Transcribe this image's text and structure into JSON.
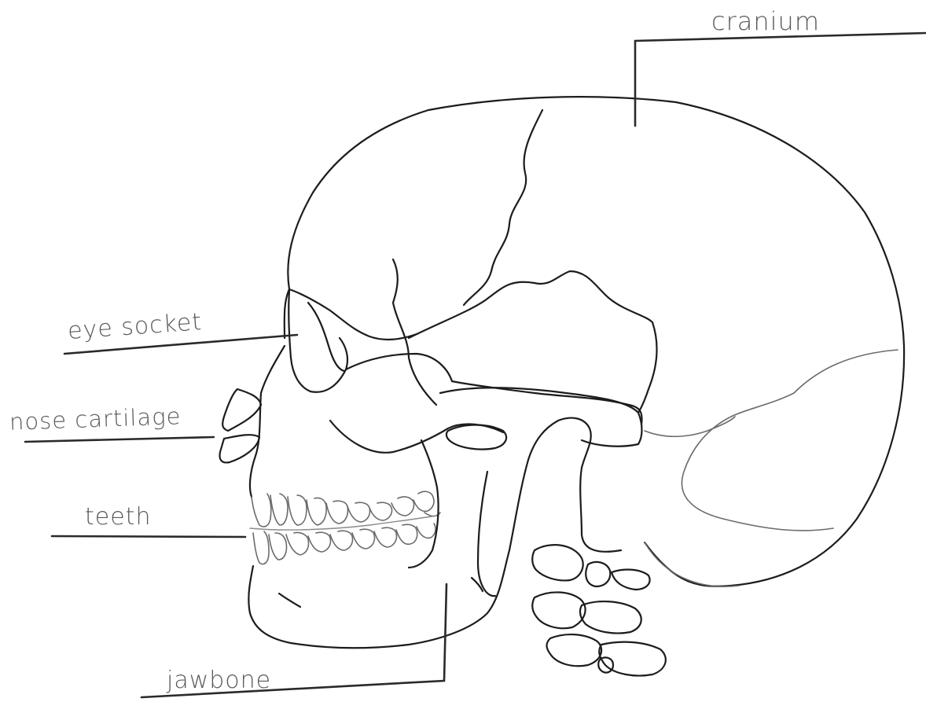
{
  "labels": {
    "cranium": "cranium",
    "eye_socket": "eye socket",
    "nose_cartilage": "nose cartilage",
    "teeth": "teeth",
    "jawbone": "jawbone"
  },
  "colors": {
    "pencil": "#1c1c1c",
    "pencil_soft": "#6b6b6b",
    "label_text": "#5a5a5a"
  }
}
